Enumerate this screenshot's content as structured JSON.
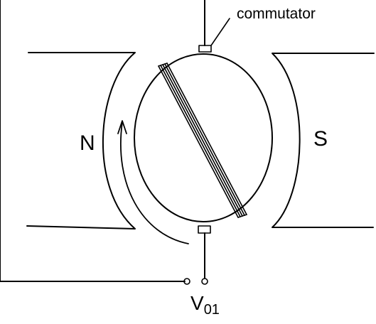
{
  "labels": {
    "north_pole": "N",
    "south_pole": "S",
    "commutator": "commutator",
    "voltage_symbol": "V",
    "voltage_subscript": "01"
  },
  "colors": {
    "ink": "#000000",
    "background": "#ffffff"
  }
}
